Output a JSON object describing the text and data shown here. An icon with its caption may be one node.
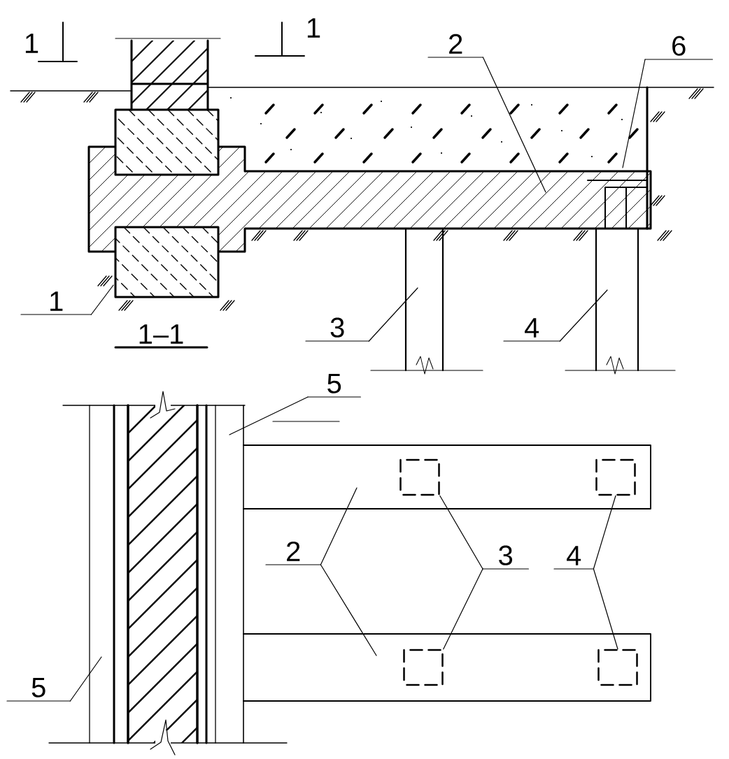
{
  "diagram": {
    "nodes": [
      {
        "text": [
          "1"
        ]
      },
      {
        "text": [
          "2"
        ]
      },
      {
        "text": [
          "6"
        ]
      },
      {
        "text": [
          "3"
        ]
      },
      {
        "text": [
          "4"
        ]
      },
      {
        "text": [
          "5"
        ]
      },
      {
        "text": [
          "2"
        ]
      },
      {
        "text": [
          "3"
        ]
      },
      {
        "text": [
          "4"
        ]
      },
      {
        "text": [
          "5"
        ]
      },
      {
        "text": [],
        "shape": "box"
      },
      {
        "text": [],
        "shape": "box"
      },
      {
        "text": [],
        "shape": "box"
      },
      {
        "text": [],
        "shape": "box"
      }
    ],
    "edges": [
      {
        "from": 0,
        "to": null,
        "arrow": "none"
      },
      {
        "from": 1,
        "to": null,
        "arrow": "none"
      },
      {
        "from": 2,
        "to": null,
        "arrow": "none"
      },
      {
        "from": 3,
        "to": null,
        "arrow": "none"
      },
      {
        "from": 4,
        "to": null,
        "arrow": "none"
      },
      {
        "from": 5,
        "to": null,
        "arrow": "none"
      },
      {
        "from": 6,
        "to": null,
        "arrow": "none"
      },
      {
        "from": 6,
        "to": null,
        "arrow": "none"
      },
      {
        "from": 7,
        "to": 10,
        "arrow": "none"
      },
      {
        "from": 7,
        "to": 12,
        "arrow": "none"
      },
      {
        "from": 8,
        "to": 11,
        "arrow": "none"
      },
      {
        "from": 8,
        "to": 13,
        "arrow": "none"
      },
      {
        "from": 9,
        "to": null,
        "arrow": "none"
      }
    ],
    "labels": [
      "1",
      "1",
      "1–1"
    ]
  }
}
